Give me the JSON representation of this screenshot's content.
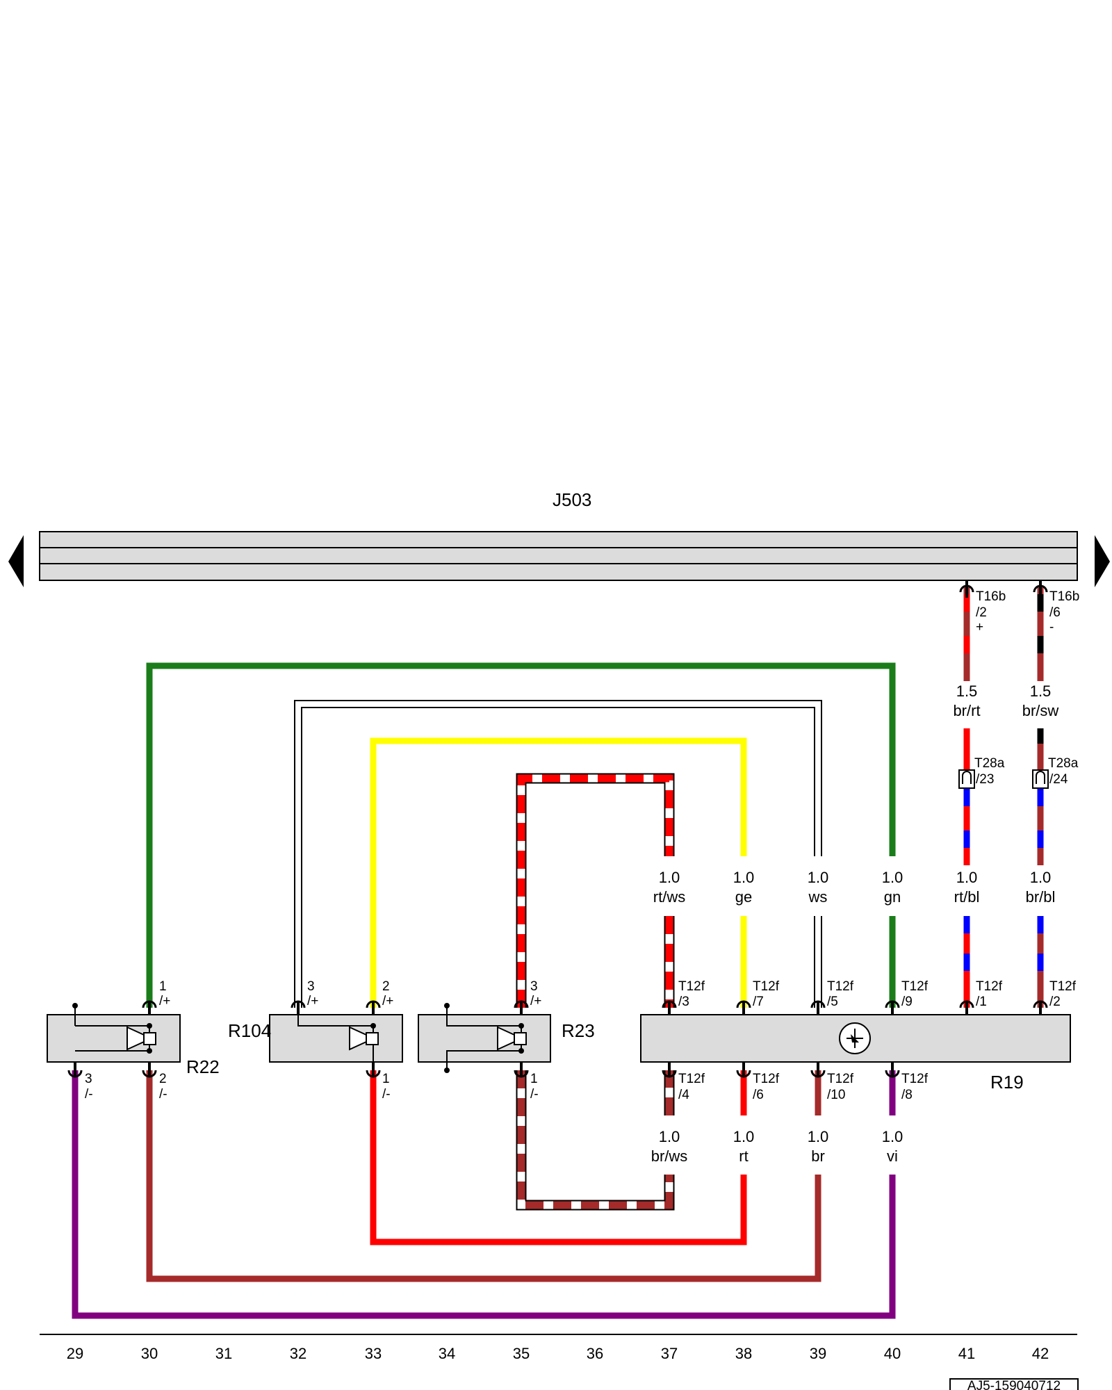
{
  "header": {
    "unit": "J503"
  },
  "components": {
    "r22": {
      "label": "R22",
      "pin_top": "1",
      "pin_top_sign": "/+",
      "pin_b1": "3",
      "pin_b1_sign": "/-",
      "pin_b2": "2",
      "pin_b2_sign": "/-"
    },
    "r104": {
      "label": "R104",
      "pin_t1": "3",
      "pin_t1_sign": "/+",
      "pin_t2": "2",
      "pin_t2_sign": "/+",
      "pin_b": "1",
      "pin_b_sign": "/-"
    },
    "r23": {
      "label": "R23",
      "pin_t": "3",
      "pin_t_sign": "/+",
      "pin_b": "1",
      "pin_b_sign": "/-"
    },
    "r19": {
      "label": "R19"
    }
  },
  "connectors": {
    "t16b_2": {
      "name": "T16b",
      "pin": "/2",
      "sign": "+"
    },
    "t16b_6": {
      "name": "T16b",
      "pin": "/6",
      "sign": "-"
    },
    "t28a_23": {
      "name": "T28a",
      "pin": "/23"
    },
    "t28a_24": {
      "name": "T28a",
      "pin": "/24"
    },
    "t12f_top": [
      {
        "name": "T12f",
        "pin": "/3"
      },
      {
        "name": "T12f",
        "pin": "/7"
      },
      {
        "name": "T12f",
        "pin": "/5"
      },
      {
        "name": "T12f",
        "pin": "/9"
      },
      {
        "name": "T12f",
        "pin": "/1"
      },
      {
        "name": "T12f",
        "pin": "/2"
      }
    ],
    "t12f_bottom": [
      {
        "name": "T12f",
        "pin": "/4"
      },
      {
        "name": "T12f",
        "pin": "/6"
      },
      {
        "name": "T12f",
        "pin": "/10"
      },
      {
        "name": "T12f",
        "pin": "/8"
      }
    ]
  },
  "wires": {
    "upper": [
      {
        "size": "1.5",
        "color": "br/rt"
      },
      {
        "size": "1.5",
        "color": "br/sw"
      }
    ],
    "top": [
      {
        "size": "1.0",
        "color": "rt/ws"
      },
      {
        "size": "1.0",
        "color": "ge"
      },
      {
        "size": "1.0",
        "color": "ws"
      },
      {
        "size": "1.0",
        "color": "gn"
      },
      {
        "size": "1.0",
        "color": "rt/bl"
      },
      {
        "size": "1.0",
        "color": "br/bl"
      }
    ],
    "bottom": [
      {
        "size": "1.0",
        "color": "br/ws"
      },
      {
        "size": "1.0",
        "color": "rt"
      },
      {
        "size": "1.0",
        "color": "br"
      },
      {
        "size": "1.0",
        "color": "vi"
      }
    ]
  },
  "wire_colors": {
    "green": "#1a7d1a",
    "yellow": "#ffff00",
    "red": "#ff0000",
    "brown": "#a52a2a",
    "violet": "#800080",
    "blue": "#0000ff",
    "black": "#000000",
    "white": "#ffffff",
    "component_fill": "#dcdcdc"
  },
  "columns": [
    "29",
    "30",
    "31",
    "32",
    "33",
    "34",
    "35",
    "36",
    "37",
    "38",
    "39",
    "40",
    "41",
    "42"
  ],
  "footer": {
    "code": "AJ5-159040712"
  }
}
